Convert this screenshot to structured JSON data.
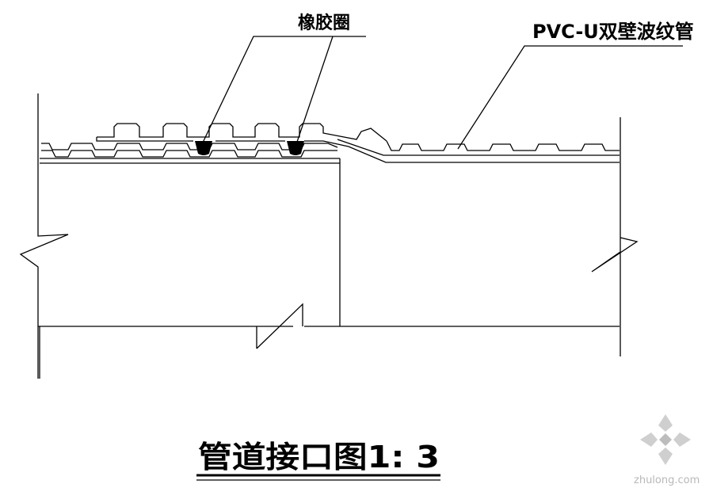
{
  "labels": {
    "rubber_ring": "橡胶圈",
    "pipe": "PVC-U双壁波纹管"
  },
  "title": "管道接口图1: 3",
  "watermark": "zhulong.com",
  "colors": {
    "line": "#000000",
    "seal_fill": "#000000",
    "background": "#ffffff",
    "watermark": "#b8b8b8"
  }
}
